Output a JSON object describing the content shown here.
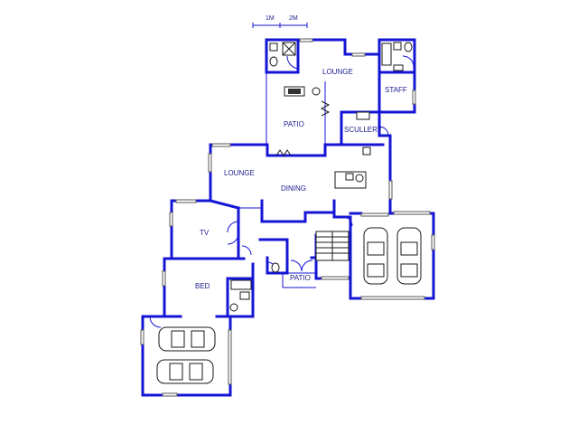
{
  "scale": {
    "label_1": "1M",
    "label_2": "2M"
  },
  "rooms": {
    "lounge_top": "LOUNGE",
    "staff": "STAFF",
    "patio_upper": "PATIO",
    "scullery": "SCULLERY",
    "lounge": "LOUNGE",
    "dining": "DINING",
    "tv": "TV",
    "bed": "BED",
    "patio_lower": "PATIO"
  }
}
